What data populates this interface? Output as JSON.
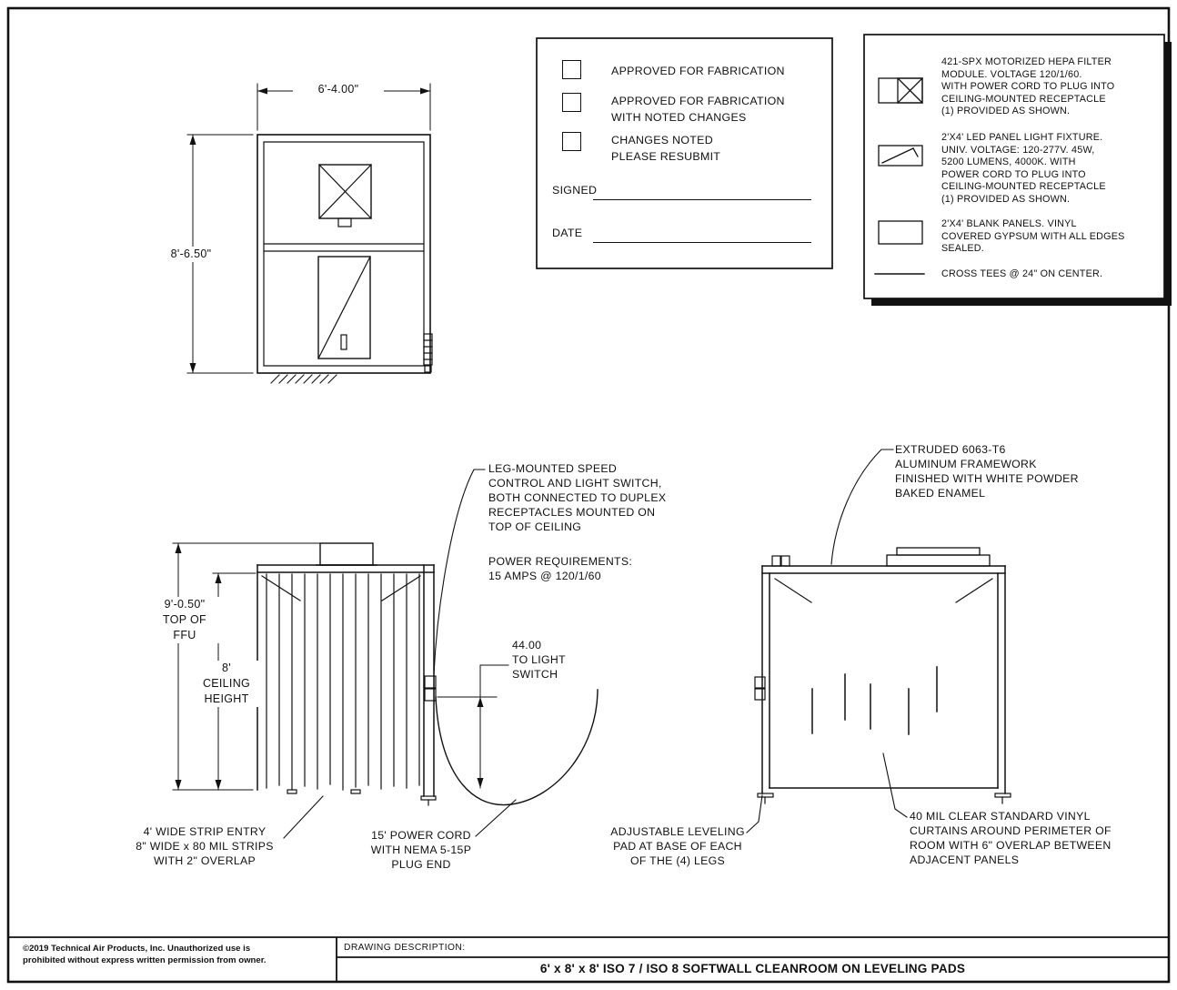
{
  "front_elevation": {
    "width_dim": "6'-4.00\"",
    "height_dim": "8'-6.50\""
  },
  "approval": {
    "option1": "APPROVED FOR FABRICATION",
    "option2": "APPROVED FOR FABRICATION\nWITH NOTED CHANGES",
    "option3": "CHANGES NOTED\nPLEASE RESUBMIT",
    "signed_label": "SIGNED",
    "date_label": "DATE"
  },
  "legend": {
    "item1": "421-SPX MOTORIZED HEPA FILTER\nMODULE. VOLTAGE 120/1/60.\nWITH POWER CORD TO PLUG INTO\nCEILING-MOUNTED RECEPTACLE\n(1) PROVIDED AS SHOWN.",
    "item2": "2'X4' LED PANEL LIGHT FIXTURE.\nUNIV. VOLTAGE: 120-277V.  45W,\n5200 LUMENS, 4000K. WITH\nPOWER CORD TO PLUG INTO\nCEILING-MOUNTED RECEPTACLE\n(1) PROVIDED AS SHOWN.",
    "item3": "2'X4' BLANK PANELS. VINYL\nCOVERED GYPSUM WITH ALL EDGES\nSEALED.",
    "item4": "CROSS TEES @ 24\" ON CENTER."
  },
  "side_elevation": {
    "ffu_height_dim": "9'-0.50\"\nTOP OF\nFFU",
    "ceiling_height_dim": "8'\nCEILING\nHEIGHT",
    "switch_note": "LEG-MOUNTED SPEED\nCONTROL AND LIGHT SWITCH,\nBOTH CONNECTED TO DUPLEX\nRECEPTACLES MOUNTED ON\nTOP OF CEILING",
    "power_requirements": "POWER REQUIREMENTS:\n15 AMPS @ 120/1/60",
    "light_switch_dim": "44.00\nTO LIGHT\nSWITCH",
    "strip_entry_note": "4' WIDE STRIP ENTRY\n8\" WIDE x 80 MIL STRIPS\nWITH 2\" OVERLAP",
    "power_cord_note": "15' POWER CORD\nWITH NEMA 5-15P\nPLUG END"
  },
  "right_elevation": {
    "framework_note": "EXTRUDED 6063-T6\nALUMINUM FRAMEWORK\nFINISHED WITH WHITE POWDER\nBAKED ENAMEL",
    "leveling_pad_note": "ADJUSTABLE LEVELING\nPAD AT BASE OF EACH\nOF THE (4) LEGS",
    "curtains_note": "40 MIL CLEAR STANDARD VINYL\nCURTAINS AROUND PERIMETER OF\nROOM WITH 6\" OVERLAP BETWEEN\nADJACENT PANELS"
  },
  "title_block": {
    "copyright": "©2019 Technical Air Products, Inc.  Unauthorized use is\nprohibited without express written permission from owner.",
    "description_label": "DRAWING DESCRIPTION:",
    "description": "6' x 8' x 8' ISO 7 / ISO 8 SOFTWALL CLEANROOM ON LEVELING PADS"
  },
  "colors": {
    "ink": "#111111",
    "paper": "#ffffff"
  }
}
